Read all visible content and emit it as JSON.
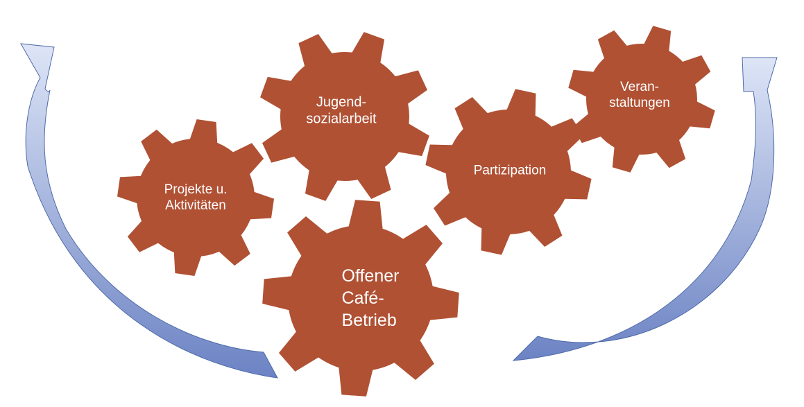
{
  "diagram": {
    "gear_color": "#b05134",
    "label_color": "#ffffff",
    "arrow_color_dark": "#6c83c4",
    "arrow_color_light": "#dde5f6",
    "gears": [
      {
        "id": "projekte",
        "label": "Projekte u.\nAktivitäten"
      },
      {
        "id": "jugend",
        "label": "Jugend-\nsozialarbeit"
      },
      {
        "id": "partizipation",
        "label": "Partizipation"
      },
      {
        "id": "veranstaltungen",
        "label": "Veran-\nstaltungen"
      },
      {
        "id": "cafe",
        "label": "Offener\nCafé-\nBetrieb"
      }
    ]
  }
}
